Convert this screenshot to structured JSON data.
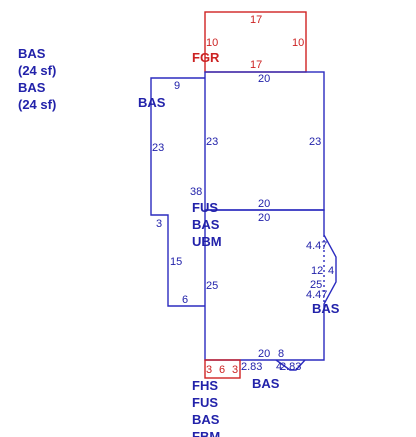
{
  "legend": [
    "BAS",
    "(24 sf)",
    "BAS",
    "(24 sf)"
  ],
  "labels": {
    "fgr": "FGR",
    "bas_left": "BAS",
    "fus": "FUS",
    "bas_mid": "BAS",
    "ubm": "UBM",
    "bas_right": "BAS",
    "bas_bottom": "BAS",
    "bottom_stack": [
      "FHS",
      "FUS",
      "BAS",
      "FBM"
    ]
  },
  "dimensions": {
    "fgr_top": "17",
    "fgr_left": "10",
    "fgr_right": "10",
    "fgr_bottom": "17",
    "main_top": "20",
    "left_top": "9",
    "left_side": "23",
    "main_left_upper": "23",
    "main_right_upper": "23",
    "left_notch": "38",
    "mid_upper": "20",
    "mid_lower": "20",
    "step": "3",
    "left_lower": "15",
    "left_bottom": "6",
    "main_left_lower": "25",
    "bay_a": "4.47",
    "bay_b": "12",
    "bay_c": "4",
    "bay_d": "25",
    "bay_e": "4.47",
    "bottom_20": "20",
    "bottom_8": "8",
    "bottom_283a": "2.83",
    "bottom_283b": "2.83",
    "bottom_4": "4",
    "red_3a": "3",
    "red_6": "6",
    "red_3b": "3"
  }
}
